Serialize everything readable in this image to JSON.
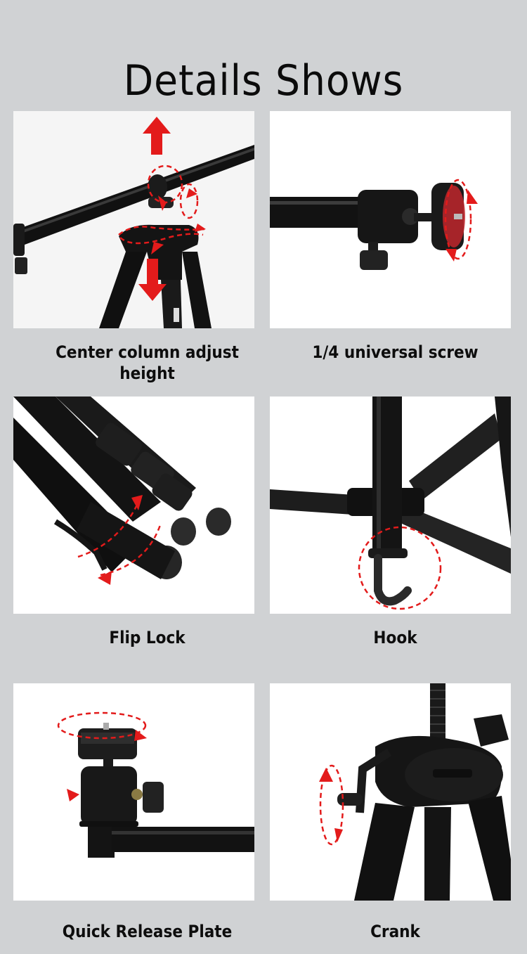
{
  "page": {
    "title": "Details Shows",
    "background_color": "#d0d2d4",
    "accent_color": "#e01818"
  },
  "features": [
    {
      "caption": "Center column adjust height",
      "image": "center-column-crossbar-photo"
    },
    {
      "caption": "1/4 universal screw",
      "image": "ball-head-screw-photo"
    },
    {
      "caption": "Flip Lock",
      "image": "leg-flip-lock-photo"
    },
    {
      "caption": "Hook",
      "image": "center-column-hook-photo"
    },
    {
      "caption": "Quick Release Plate",
      "image": "quick-release-plate-photo"
    },
    {
      "caption": "Crank",
      "image": "crank-handle-photo"
    }
  ]
}
